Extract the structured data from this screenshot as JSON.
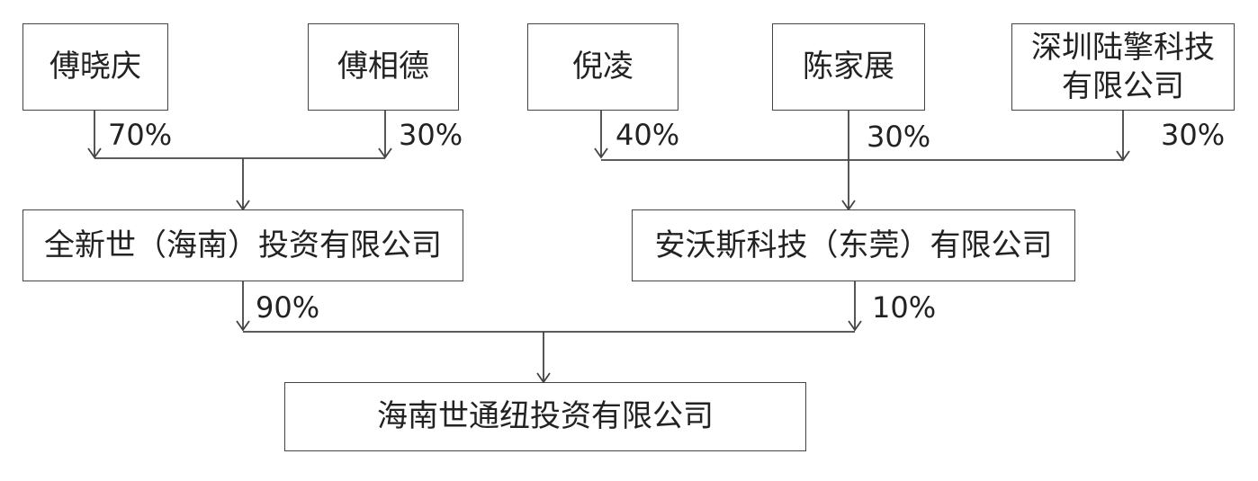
{
  "nodes": {
    "fu_xiaoqing": "傅晓庆",
    "fu_xiangde": "傅相德",
    "ni_ling": "倪凌",
    "chen_jiazhan": "陈家展",
    "shenzhen_luqing": [
      "深圳陆擎科技",
      "有限公司"
    ],
    "quanxinshi": "全新世（海南）投资有限公司",
    "anwosi": "安沃斯科技（东莞）有限公司",
    "target": "海南世通纽投资有限公司"
  },
  "edges": {
    "fu_xiaoqing_pct": "70%",
    "fu_xiangde_pct": "30%",
    "ni_ling_pct": "40%",
    "chen_jiazhan_pct": "30%",
    "shenzhen_luqing_pct": "30%",
    "quanxinshi_pct": "90%",
    "anwosi_pct": "10%"
  }
}
